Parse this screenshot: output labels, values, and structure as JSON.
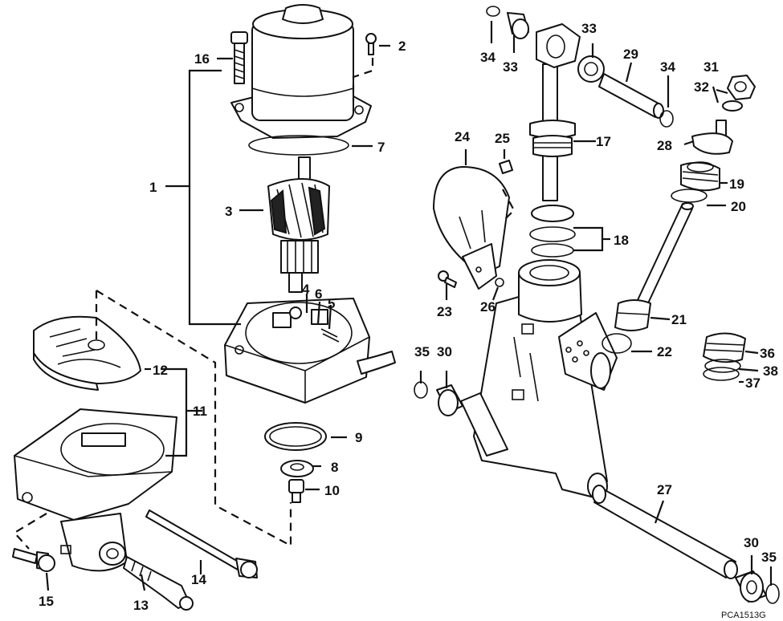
{
  "figure_code": "PCA1513G",
  "callouts": {
    "c1": "1",
    "c2": "2",
    "c3": "3",
    "c4": "4",
    "c5": "5",
    "c6": "6",
    "c7": "7",
    "c8": "8",
    "c9": "9",
    "c10": "10",
    "c11": "11",
    "c12": "12",
    "c13": "13",
    "c14": "14",
    "c15": "15",
    "c16": "16",
    "c17": "17",
    "c18": "18",
    "c19": "19",
    "c20": "20",
    "c21": "21",
    "c22": "22",
    "c23": "23",
    "c24": "24",
    "c25": "25",
    "c26": "26",
    "c27": "27",
    "c28": "28",
    "c29": "29",
    "c30a": "30",
    "c30b": "30",
    "c31": "31",
    "c32": "32",
    "c33a": "33",
    "c33b": "33",
    "c34a": "34",
    "c34b": "34",
    "c35a": "35",
    "c35b": "35",
    "c36": "36",
    "c37": "37",
    "c38": "38"
  }
}
